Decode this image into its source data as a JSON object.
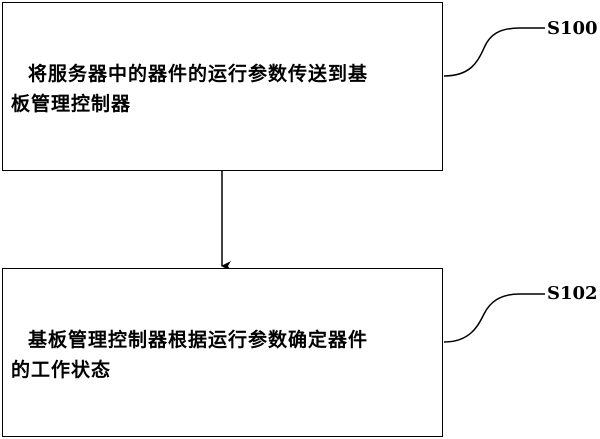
{
  "steps": [
    {
      "label": "S100",
      "text_line_1": "将服务器中的器件的运行参数传送到基",
      "text_line_2": "板管理控制器"
    },
    {
      "label": "S102",
      "text_line_1": "基板管理控制器根据运行参数确定器件",
      "text_line_2": "的工作状态"
    }
  ],
  "colors": {
    "stroke": "#000000",
    "background": "#ffffff"
  }
}
